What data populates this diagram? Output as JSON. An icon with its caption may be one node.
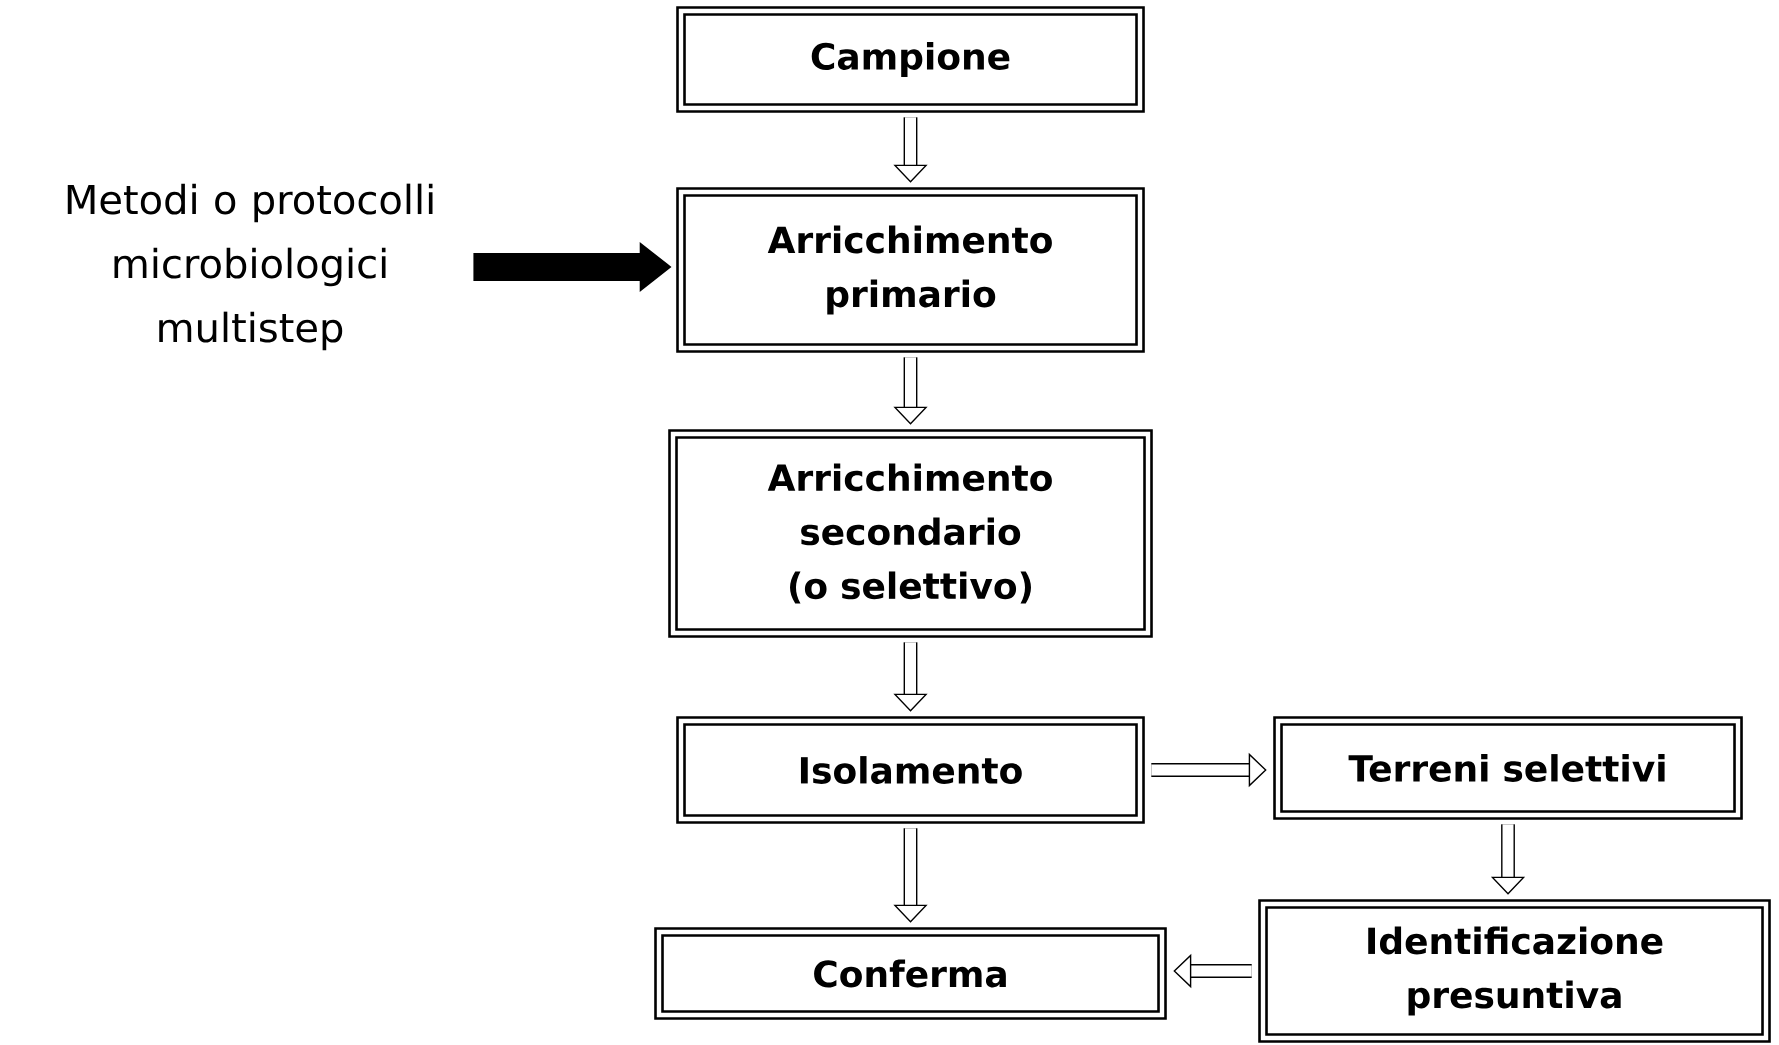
{
  "diagram": {
    "nodes": [
      {
        "text": [
          "Campione"
        ]
      },
      {
        "text": [
          "Arricchimento primario"
        ]
      },
      {
        "text": [
          "Arricchimento secondario (o selettivo)"
        ]
      },
      {
        "text": [
          "Isolamento"
        ]
      },
      {
        "text": [
          "Terreni selettivi"
        ]
      },
      {
        "text": [
          "Identificazione presuntiva"
        ]
      },
      {
        "text": [
          "Conferma"
        ]
      },
      {
        "text": [
          "Metodi o protocolli microbiologici multistep"
        ]
      }
    ],
    "edges": [
      {
        "from": 0,
        "to": 1,
        "arrow": "to"
      },
      {
        "from": 1,
        "to": 2,
        "arrow": "to"
      },
      {
        "from": 2,
        "to": 3,
        "arrow": "to"
      },
      {
        "from": 3,
        "to": 6,
        "arrow": "to"
      },
      {
        "from": 3,
        "to": 4,
        "arrow": "to"
      },
      {
        "from": 4,
        "to": 5,
        "arrow": "to"
      },
      {
        "from": 5,
        "to": 6,
        "arrow": "to"
      },
      {
        "from": 7,
        "to": 1,
        "arrow": "to",
        "style": "thick"
      }
    ]
  }
}
